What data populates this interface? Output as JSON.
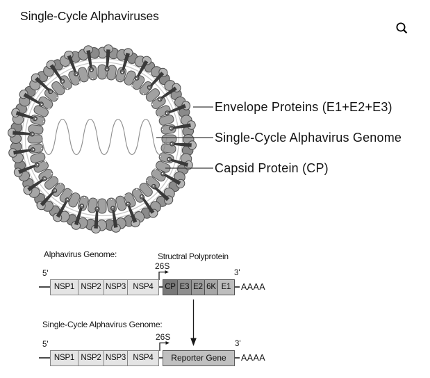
{
  "title": "Single-Cycle Alphaviruses",
  "toolbar": {
    "search_icon": "magnifier"
  },
  "virus_labels": [
    {
      "text": "Envelope Proteins (E1+E2+E3)"
    },
    {
      "text": "Single-Cycle Alphavirus Genome"
    },
    {
      "text": "Capsid Protein (CP)"
    }
  ],
  "genome_top": {
    "heading": "Alphavirus Genome:",
    "promoter_label": "Structral Polyprotein",
    "promoter": "26S",
    "five_prime": "5'",
    "three_prime": "3'",
    "polya": "AAAA",
    "nonstructural": [
      "NSP1",
      "NSP2",
      "NSP3",
      "NSP4"
    ],
    "structural": [
      {
        "label": "CP",
        "color": "#787878"
      },
      {
        "label": "E3",
        "color": "#8e8e8e"
      },
      {
        "label": "E2",
        "color": "#9b9b9b"
      },
      {
        "label": "6K",
        "color": "#a7a7a7"
      },
      {
        "label": "E1",
        "color": "#bdbdbd"
      }
    ]
  },
  "genome_bottom": {
    "heading": "Single-Cycle Alphavirus Genome:",
    "promoter": "26S",
    "five_prime": "5'",
    "three_prime": "3'",
    "polya": "AAAA",
    "nonstructural": [
      "NSP1",
      "NSP2",
      "NSP3",
      "NSP4"
    ],
    "reporter": {
      "label": "Reporter Gene",
      "color": "#c0c0c0"
    }
  },
  "palette": {
    "nsp_fill": "#e4e4e4",
    "capsid_ring": "#a1a1a1",
    "envelope_lobe": "#9d9d9d",
    "spike_stem": "#3a3a3a",
    "leader_line": "#3a3a3a"
  }
}
